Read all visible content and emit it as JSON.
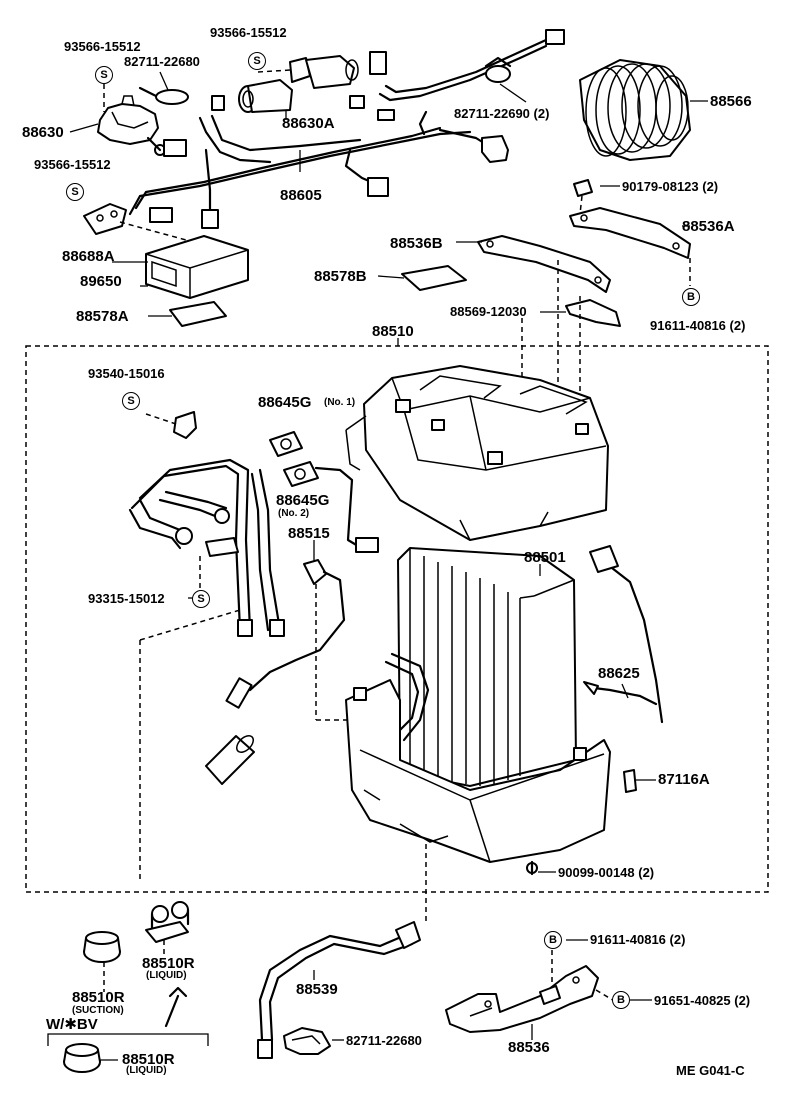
{
  "labels": {
    "p93566_a": "93566-15512",
    "p93566_b": "93566-15512",
    "p93566_c": "93566-15512",
    "p82711_a": "82711-22680",
    "p82711_b": "82711-22690 (2)",
    "p82711_c": "82711-22680",
    "p88566": "88566",
    "p88630": "88630",
    "p88630A": "88630A",
    "p88605": "88605",
    "p88688A": "88688A",
    "p89650": "89650",
    "p88578A": "88578A",
    "p88578B": "88578B",
    "p88536B": "88536B",
    "p88536A": "88536A",
    "p90179": "90179-08123 (2)",
    "p88569": "88569-12030",
    "p91611_a": "91611-40816 (2)",
    "p88510": "88510",
    "p93540": "93540-15016",
    "p88645G_1": "88645G",
    "p88645G_1_note": "(No. 1)",
    "p88645G_2": "88645G",
    "p88645G_2_note": "(No. 2)",
    "p88515": "88515",
    "p88501": "88501",
    "p93315": "93315-15012",
    "p88625": "88625",
    "p87116A": "87116A",
    "p90099": "90099-00148 (2)",
    "p88510R_suction": "88510R",
    "p88510R_suction_note": "(SUCTION)",
    "p88510R_liquid": "88510R",
    "p88510R_liquid_note": "(LIQUID)",
    "wbv": "W/✱BV",
    "p88510R_liquid2": "88510R",
    "p88510R_liquid2_note": "(LIQUID)",
    "p88539": "88539",
    "p91611_b": "91611-40816 (2)",
    "p91651": "91651-40825 (2)",
    "p88536": "88536",
    "footer": "ME  G041-C"
  },
  "symbols": {
    "s": "S",
    "b": "B"
  }
}
